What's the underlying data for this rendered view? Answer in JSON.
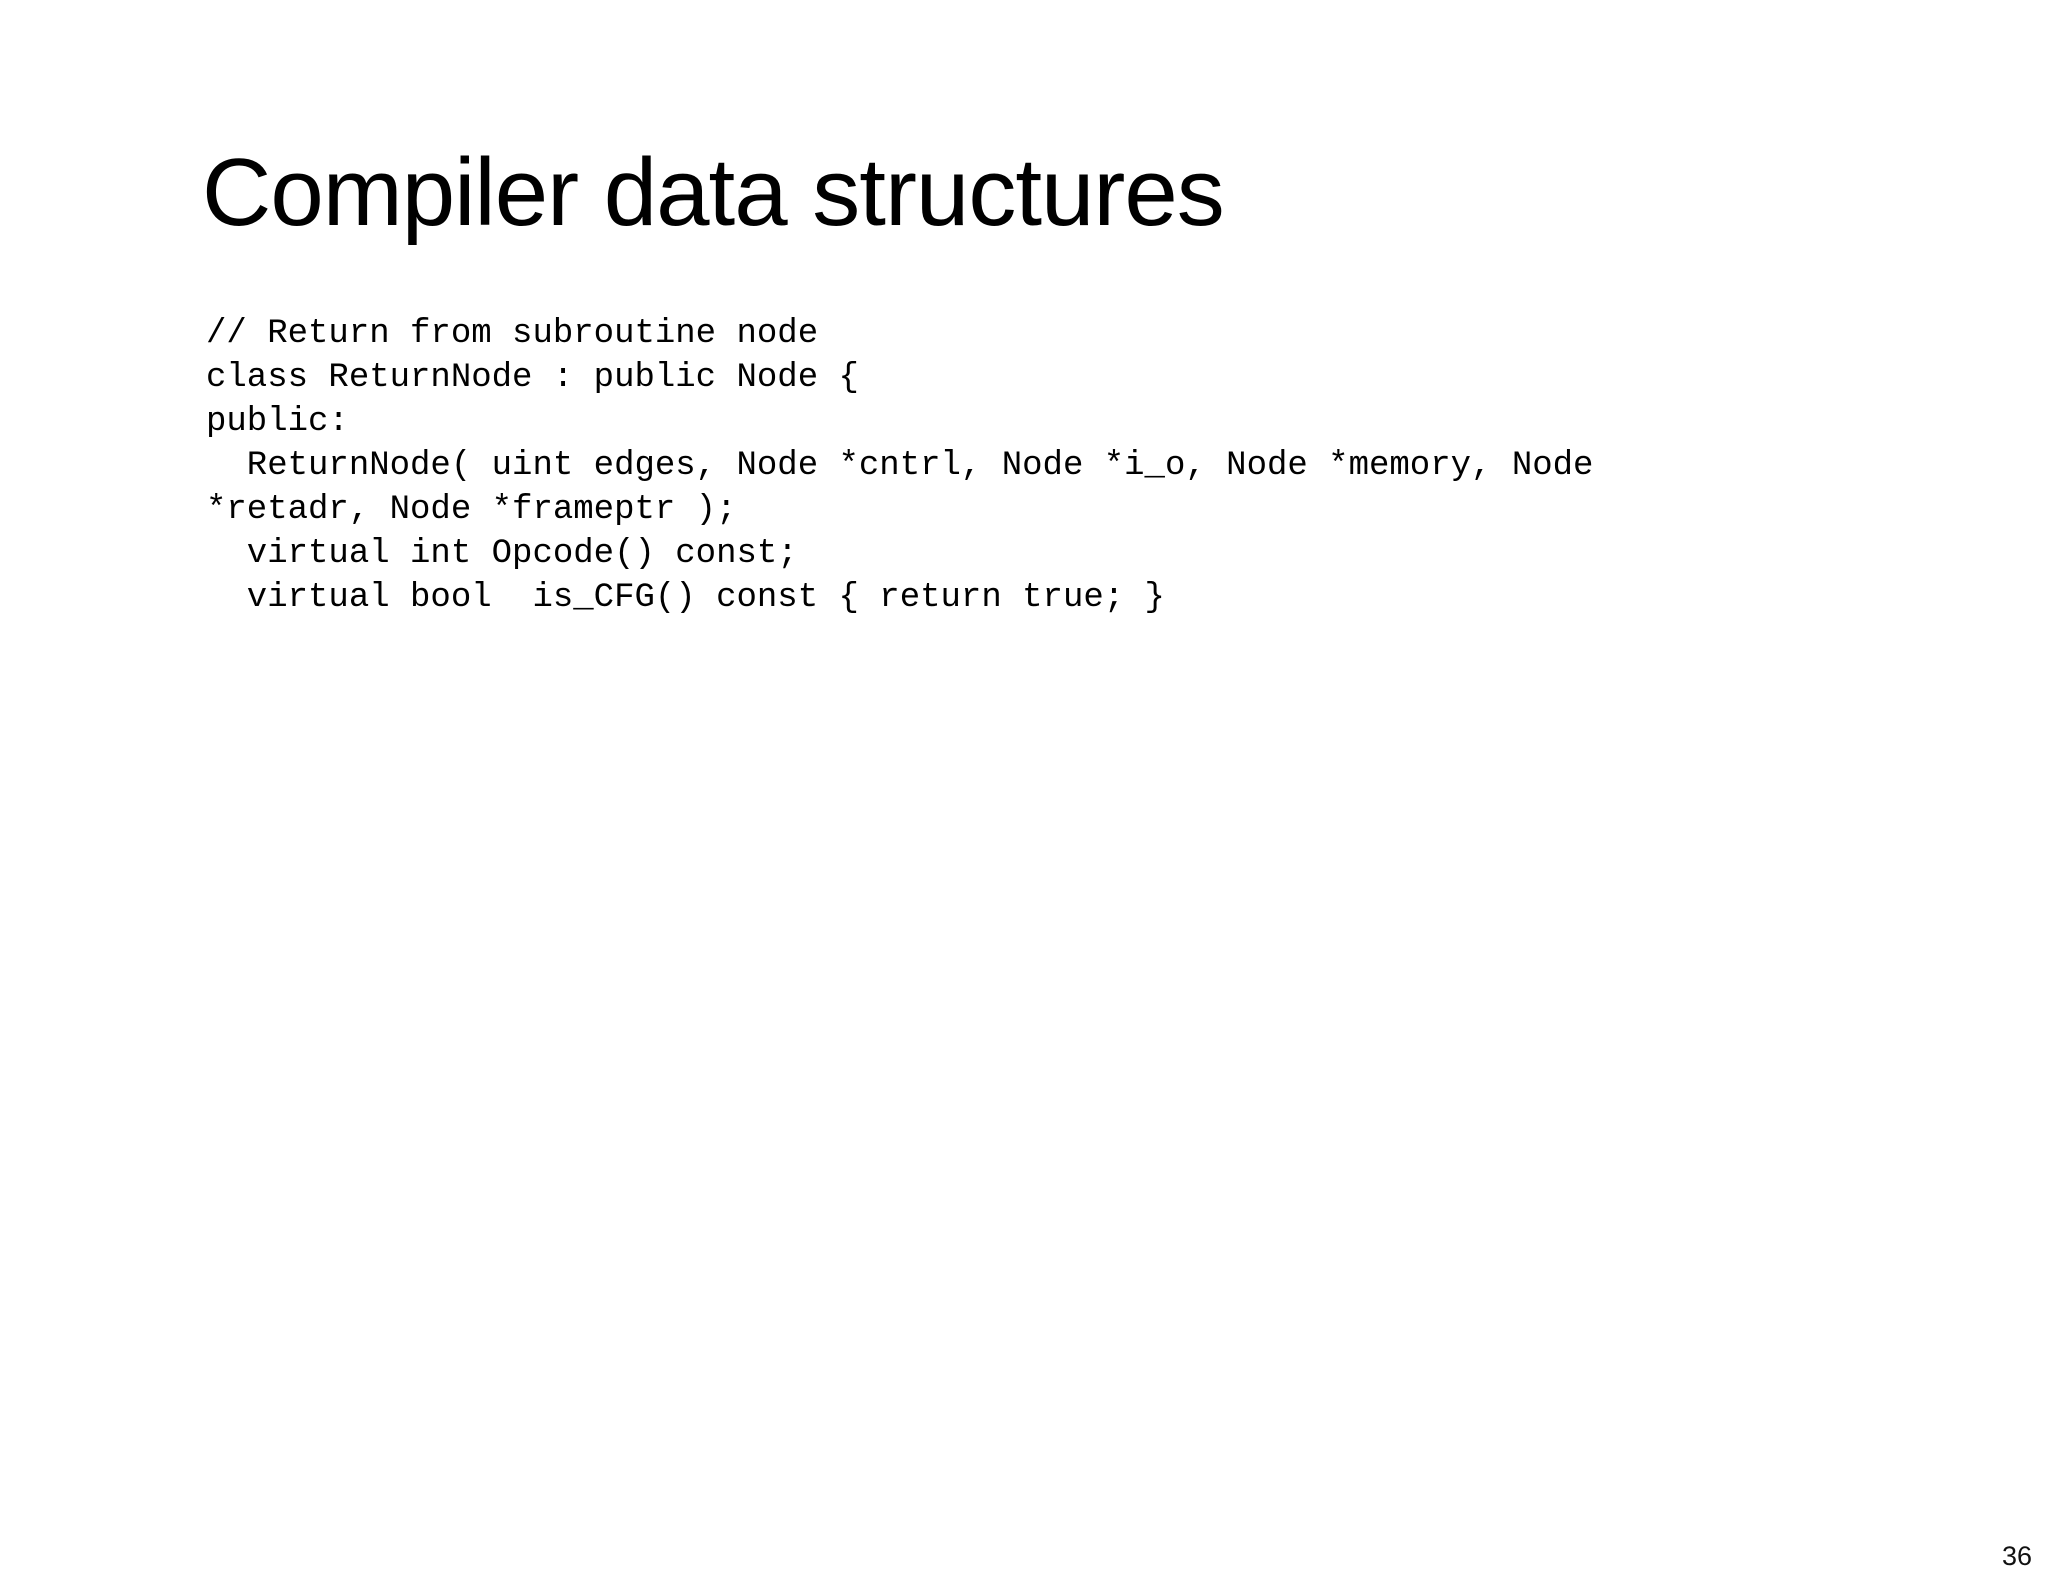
{
  "slide": {
    "title": "Compiler data structures",
    "page_number": "36",
    "background_color": "#ffffff",
    "text_color": "#000000"
  },
  "code": {
    "lines": [
      "// Return from subroutine node",
      "class ReturnNode : public Node {",
      "public:",
      "  ReturnNode( uint edges, Node *cntrl, Node *i_o, Node *memory, Node",
      "*retadr, Node *frameptr );",
      "  virtual int Opcode() const;",
      "  virtual bool  is_CFG() const { return true; }"
    ]
  }
}
